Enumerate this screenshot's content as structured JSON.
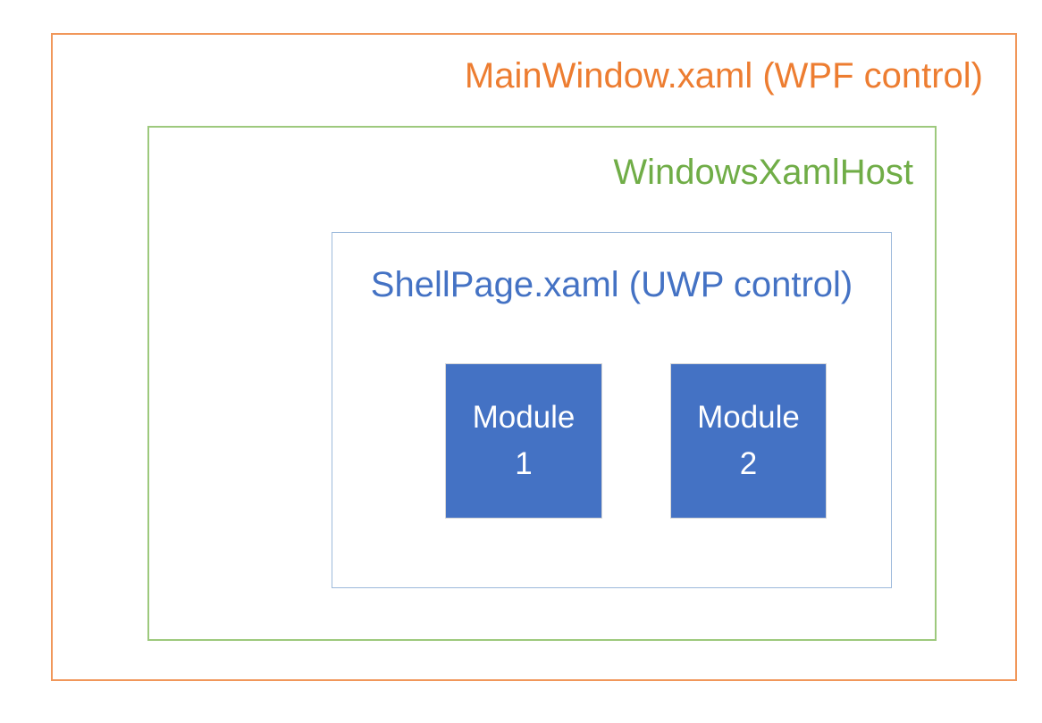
{
  "boxes": {
    "main_window": {
      "label": "MainWindow.xaml (WPF control)"
    },
    "xaml_host": {
      "label": "WindowsXamlHost"
    },
    "shell_page": {
      "label": "ShellPage.xaml (UWP control)"
    },
    "modules": [
      {
        "line1": "Module",
        "line2": "1"
      },
      {
        "line1": "Module",
        "line2": "2"
      }
    ]
  },
  "colors": {
    "main_window_text": "#ED7D31",
    "main_window_border": "#F1975A",
    "xaml_host_text": "#70AD47",
    "xaml_host_border": "#9DC97D",
    "shell_page_text": "#4472C4",
    "shell_page_border": "#9CB9DB",
    "module_fill": "#4472C4",
    "module_border": "#D6D6D6",
    "module_text": "#FFFFFF",
    "background": "#FFFFFF"
  }
}
